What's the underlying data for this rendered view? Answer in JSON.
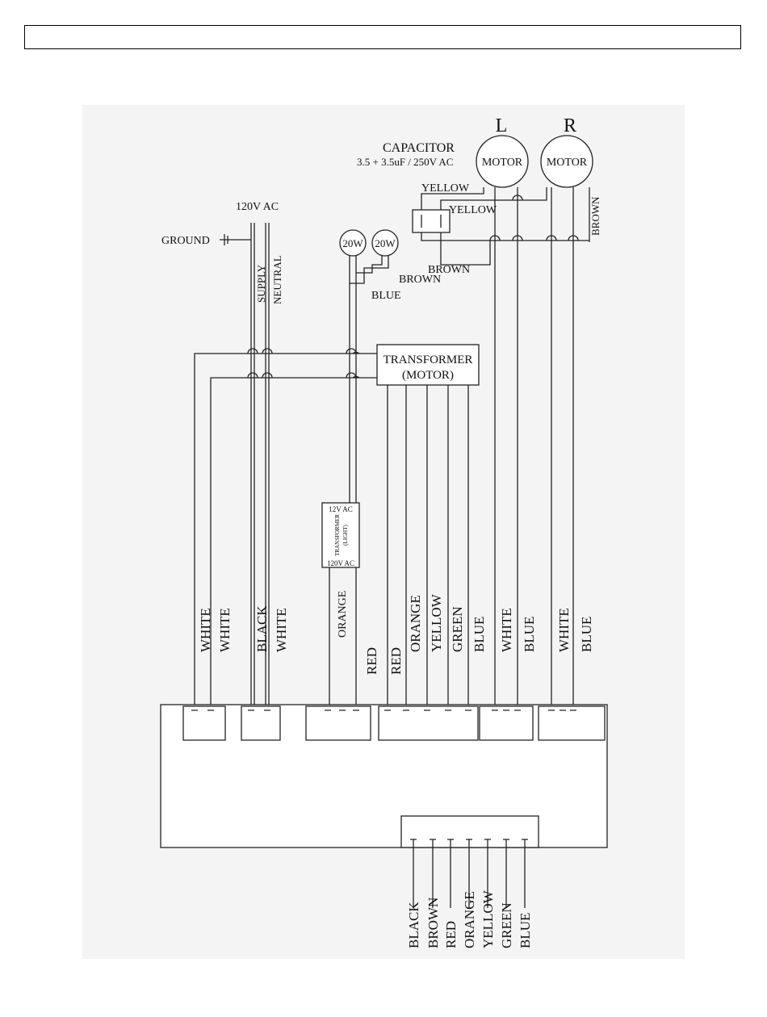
{
  "labels": {
    "supply_voltage": "120V AC",
    "ground": "GROUND",
    "supply": "SUPPLY",
    "neutral": "NEUTRAL",
    "capacitor_title": "CAPACITOR",
    "capacitor_rating": "3.5 + 3.5uF / 250V AC",
    "motor_left_letter": "L",
    "motor_right_letter": "R",
    "motor_left": "MOTOR",
    "motor_right": "MOTOR",
    "lamp_1": "20W",
    "lamp_2": "20W",
    "yellow_1": "YELLOW",
    "yellow_2": "YELLOW",
    "brown_cap": "BROWN",
    "brown_lamp": "BROWN",
    "brown_motor": "BROWN",
    "blue_lamp": "BLUE",
    "transformer_motor_1": "TRANSFORMER",
    "transformer_motor_2": "(MOTOR)",
    "transformer_light_top": "12V AC",
    "transformer_light_name": "TRANSFORMER",
    "transformer_light_sub": "(LIGHT)",
    "transformer_light_bottom": "120V AC"
  },
  "board_wires": [
    "WHITE",
    "WHITE",
    "BLACK",
    "WHITE",
    "ORANGE",
    "RED",
    "RED",
    "ORANGE",
    "YELLOW",
    "GREEN",
    "BLUE",
    "WHITE",
    "BLUE",
    "WHITE",
    "BLUE"
  ],
  "bottom_wires": [
    "BLACK",
    "BROWN",
    "RED",
    "ORANGE",
    "YELLOW",
    "GREEN",
    "BLUE"
  ]
}
